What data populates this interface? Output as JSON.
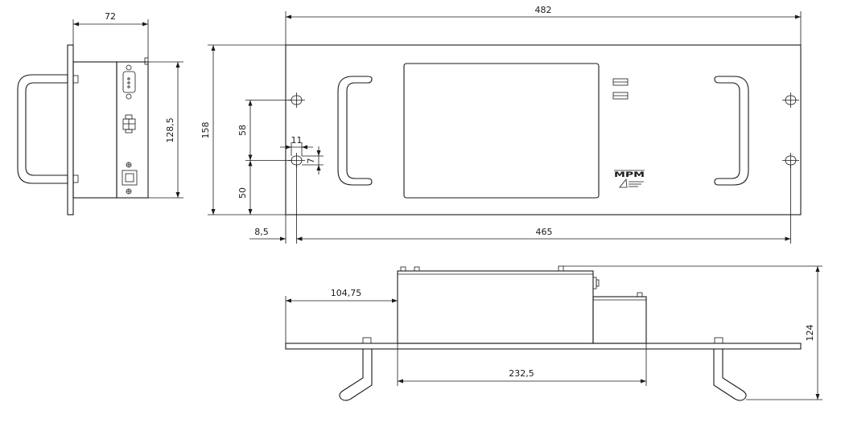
{
  "dimensions": {
    "side_depth": "72",
    "side_height": "128,5",
    "total_width": "482",
    "total_height": "158",
    "hole_spacing_v": "58",
    "hole_width": "11",
    "hole_height": "7",
    "bottom_offset": "50",
    "left_offset": "8,5",
    "hole_spacing_h": "465",
    "box_offset": "104,75",
    "box_width": "232,5",
    "total_depth": "124"
  },
  "logo": {
    "text": "MPM"
  }
}
